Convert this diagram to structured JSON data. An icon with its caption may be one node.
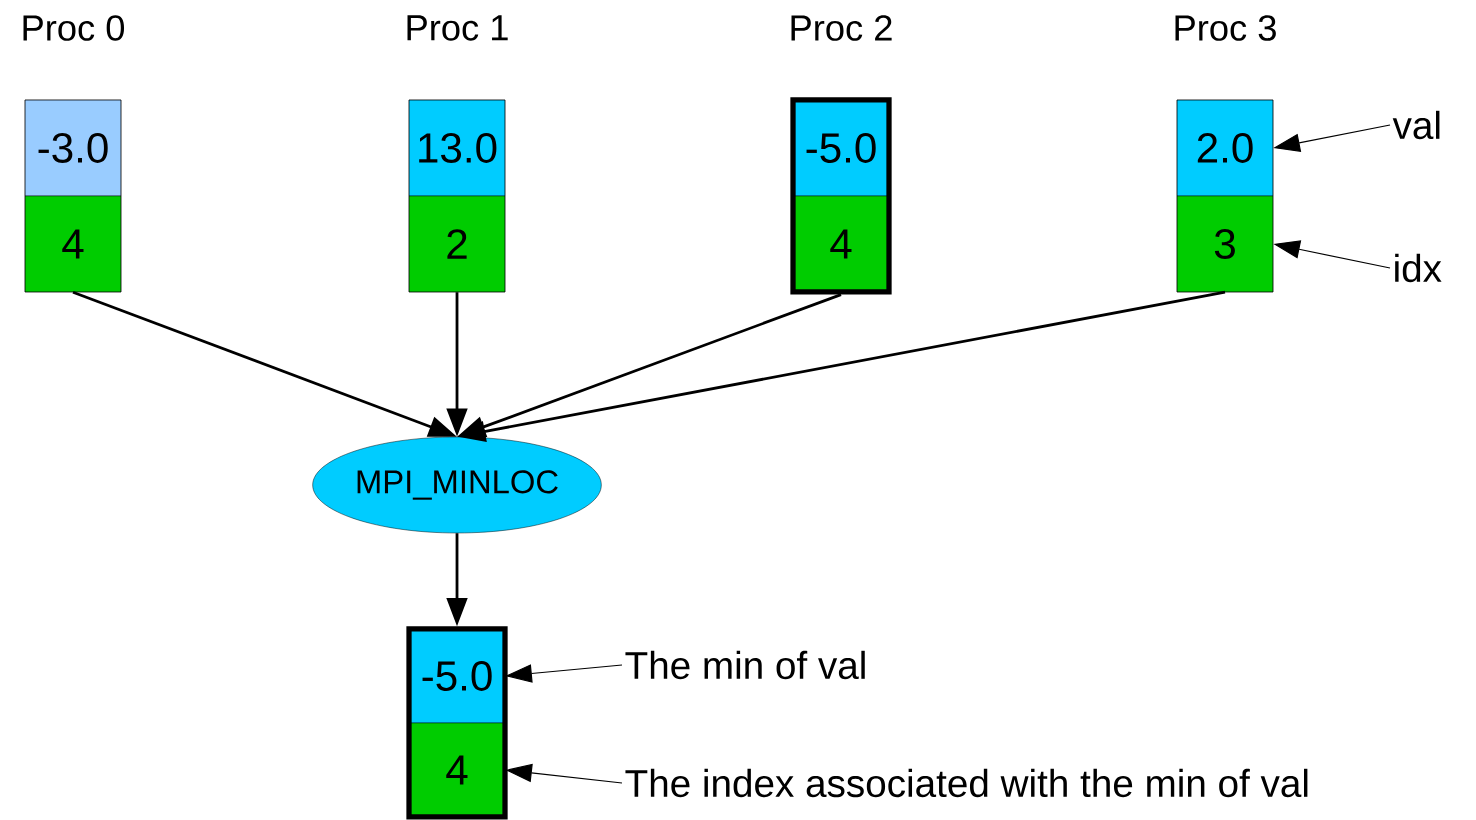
{
  "diagram": {
    "nodes": [
      {
        "text": [],
        "shape": "box",
        "beside": [
          "Proc 0"
        ]
      },
      {
        "text": [
          "-3.0"
        ],
        "in": 0
      },
      {
        "text": [
          "4"
        ],
        "in": 0
      },
      {
        "text": [],
        "shape": "box",
        "beside": [
          "Proc 1"
        ]
      },
      {
        "text": [
          "13.0"
        ],
        "in": 3
      },
      {
        "text": [
          "2"
        ],
        "in": 3
      },
      {
        "text": [],
        "shape": "box",
        "beside": [
          "Proc 2"
        ]
      },
      {
        "text": [
          "-5.0"
        ],
        "in": 6
      },
      {
        "text": [
          "4"
        ],
        "in": 6
      },
      {
        "text": [],
        "shape": "box",
        "beside": [
          "Proc 3"
        ]
      },
      {
        "text": [
          "2.0"
        ],
        "in": 9
      },
      {
        "text": [
          "3"
        ],
        "in": 9
      },
      {
        "text": [
          "MPI_MINLOC"
        ]
      },
      {
        "text": [],
        "shape": "box"
      },
      {
        "text": [
          "-5.0"
        ],
        "in": 13
      },
      {
        "text": [
          "4"
        ],
        "in": 13
      },
      {
        "text": [
          "val"
        ]
      },
      {
        "text": [
          "idx"
        ]
      },
      {
        "text": [
          "The min of val"
        ]
      },
      {
        "text": [
          "The index associated with the min of val"
        ]
      }
    ],
    "edges": [
      {
        "from": 0,
        "to": 12,
        "arrow": "to"
      },
      {
        "from": 3,
        "to": 12,
        "arrow": "to"
      },
      {
        "from": 6,
        "to": 12,
        "arrow": "to"
      },
      {
        "from": 9,
        "to": 12,
        "arrow": "to"
      },
      {
        "from": 12,
        "to": 13,
        "arrow": "to"
      },
      {
        "from": 16,
        "to": 10,
        "arrow": "to"
      },
      {
        "from": 17,
        "to": 11,
        "arrow": "to"
      },
      {
        "from": 18,
        "to": 14,
        "arrow": "to"
      },
      {
        "from": 19,
        "to": 15,
        "arrow": "to"
      }
    ]
  }
}
